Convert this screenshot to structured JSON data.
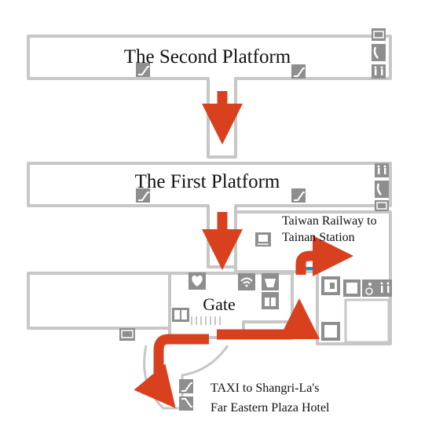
{
  "platforms": {
    "second": "The Second Platform",
    "first": "The First Platform"
  },
  "gate": "Gate",
  "railway": {
    "line1": "Taiwan Railway to",
    "line2": "Tainan Station"
  },
  "taxi": {
    "line1": "TAXI to Shangri-La's",
    "line2": "Far Eastern Plaza Hotel"
  },
  "colors": {
    "arrow": "#d9411e",
    "wall": "#c7c7c7",
    "icon_bg": "#8e8e8e",
    "accent": "#1f8fc9"
  },
  "icons": {
    "escalator": "escalator-icon",
    "elevator": "elevator-icon",
    "telephone": "telephone-icon",
    "restroom": "restroom-icon",
    "atm": "atm-icon",
    "information": "information-icon",
    "wifi": "wifi-icon",
    "train": "train-icon",
    "accessible": "accessible-icon",
    "locker": "locker-icon",
    "gift": "gift-icon",
    "drink": "drink-icon"
  }
}
